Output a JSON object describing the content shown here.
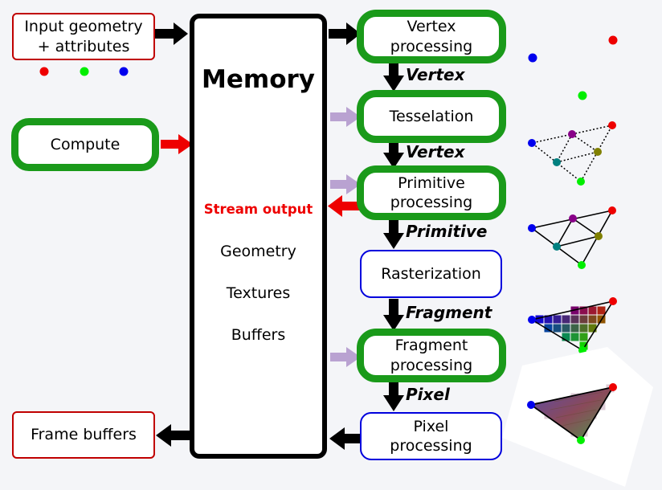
{
  "colors": {
    "red": "#ee0000",
    "green": "#00ee00",
    "blue": "#0000ee",
    "stage_green": "#1a9a1a",
    "stage_blue": "#0000dd",
    "input_red": "#c00000",
    "arrow_black": "#000000",
    "arrow_red": "#ee0000",
    "arrow_lavender": "#b9a2d1",
    "purple": "#880088",
    "olive": "#808000",
    "teal": "#008080"
  },
  "inputs": {
    "geometry": "Input geometry\n+ attributes",
    "compute": "Compute",
    "frame_buffers": "Frame buffers"
  },
  "memory": {
    "title": "Memory",
    "stream_output": "Stream output",
    "items": [
      "Geometry",
      "Textures",
      "Buffers"
    ]
  },
  "stages": {
    "vertex_processing": "Vertex\nprocessing",
    "tesselation": "Tesselation",
    "primitive_processing": "Primitive\nprocessing",
    "rasterization": "Rasterization",
    "fragment_processing": "Fragment\nprocessing",
    "pixel_processing": "Pixel\nprocessing"
  },
  "flow_labels": {
    "vertex_1": "Vertex",
    "vertex_2": "Vertex",
    "primitive": "Primitive",
    "fragment": "Fragment",
    "pixel": "Pixel"
  }
}
